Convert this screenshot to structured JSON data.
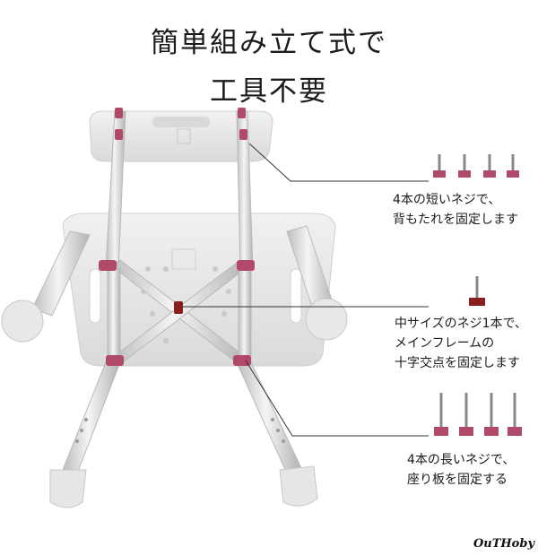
{
  "heading": {
    "line1": "簡単組み立て式で",
    "line2": "工具不要"
  },
  "callouts": [
    {
      "lines": [
        "4本の短いネジで、",
        "背もたれを固定します"
      ]
    },
    {
      "lines": [
        "中サイズのネジ1本で、",
        "メインフレームの",
        "十字交点を固定します"
      ]
    },
    {
      "lines": [
        "4本の長いネジで、",
        "座り板を固定する"
      ]
    }
  ],
  "brand": "OuTHoby",
  "colors": {
    "screw_head": "#b04a68",
    "screw_mid": "#8a1f1f",
    "frame": "#cfcfcf",
    "plastic": "#e9e9e9"
  }
}
